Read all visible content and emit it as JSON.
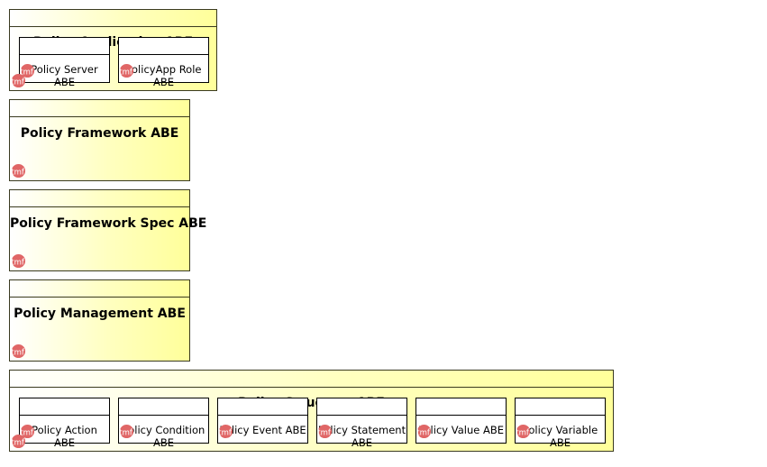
{
  "packages": [
    {
      "id": "policy-application",
      "title": "Policy Application ABE",
      "classes": [
        {
          "label": "Policy Server ABE"
        },
        {
          "label": "PolicyApp Role ABE"
        }
      ]
    },
    {
      "id": "policy-framework",
      "title": "Policy Framework ABE",
      "classes": []
    },
    {
      "id": "policy-framework-spec",
      "title": "Policy Framework Spec ABE",
      "classes": []
    },
    {
      "id": "policy-management",
      "title": "Policy Management ABE",
      "classes": []
    },
    {
      "id": "policy-structure",
      "title": "Policy Structure ABE",
      "classes": [
        {
          "label": "Policy Action ABE"
        },
        {
          "label": "Policy Condition ABE"
        },
        {
          "label": "Policy Event ABE"
        },
        {
          "label": "Policy Statement ABE"
        },
        {
          "label": "Policy Value ABE"
        },
        {
          "label": "Policy Variable ABE"
        }
      ]
    }
  ],
  "stereotype_icon": {
    "name": "tmf-icon",
    "text": "tmf",
    "color": "#e06666"
  }
}
